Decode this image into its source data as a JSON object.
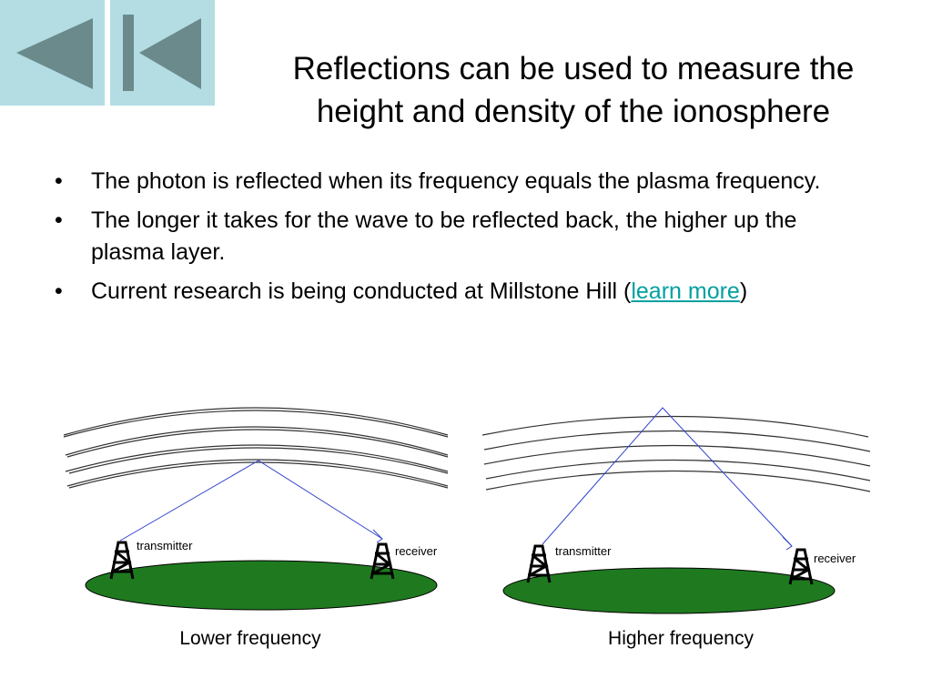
{
  "nav": {
    "prev_icon": "triangle-left-icon",
    "first_icon": "skip-to-start-icon",
    "button_color": "#b3dde3",
    "icon_color": "#6b8a8c"
  },
  "slide": {
    "title_line1": "Reflections can be used to measure the",
    "title_line2": "height and density of the ionosphere",
    "bullets": [
      {
        "text": "The photon is reflected when its frequency equals the plasma frequency."
      },
      {
        "text": "The longer it takes for the wave to be reflected back, the higher up the plasma layer."
      },
      {
        "text_before": "Current research is being conducted at Millstone Hill (",
        "link": "learn more",
        "text_after": ")"
      }
    ]
  },
  "diagrams": {
    "low": {
      "transmitter_label": "transmitter",
      "receiver_label": "receiver",
      "caption": "Lower frequency"
    },
    "high": {
      "transmitter_label": "transmitter",
      "receiver_label": "receiver",
      "caption": "Higher frequency"
    },
    "ground_color": "#1f7a1f",
    "ray_color": "#3344cc",
    "link_color": "#00a0a0"
  }
}
